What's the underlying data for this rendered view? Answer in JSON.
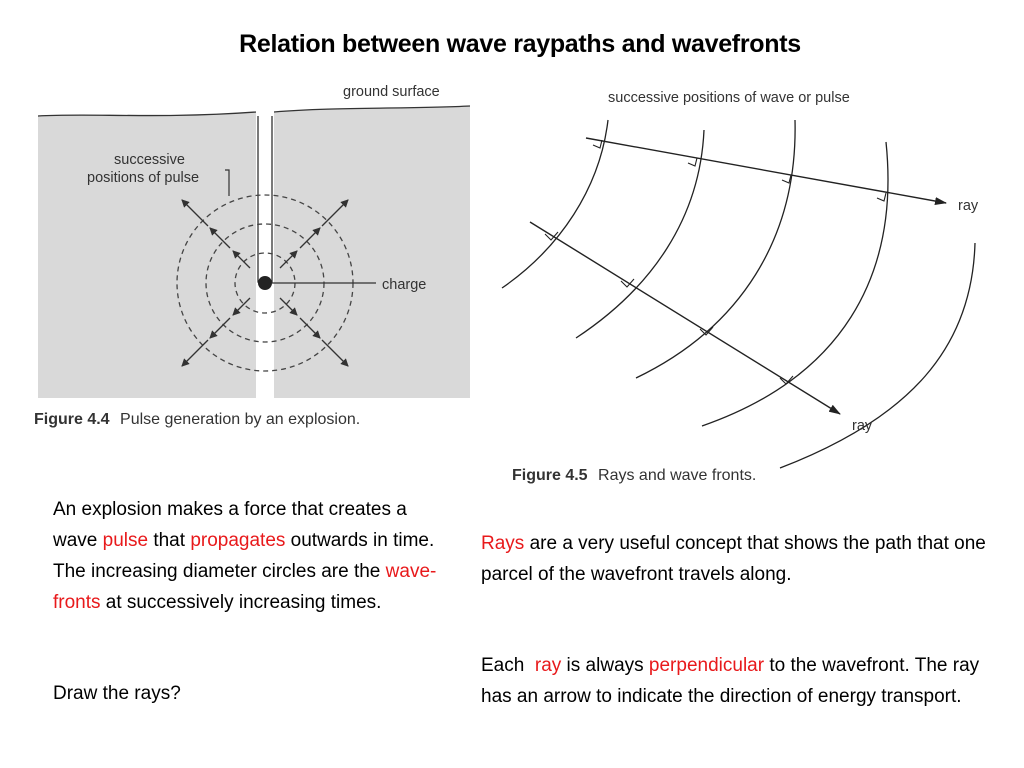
{
  "title": "Relation between wave raypaths and wavefronts",
  "figure_4_4": {
    "caption_number": "Figure 4.4",
    "caption_text": "Pulse generation by an explosion.",
    "label_ground": "ground surface",
    "label_positions_line1": "successive",
    "label_positions_line2": "positions of pulse",
    "label_charge": "charge"
  },
  "figure_4_5": {
    "caption_number": "Figure 4.5",
    "caption_text": "Rays and wave fronts.",
    "label_top": "successive positions of wave or pulse",
    "label_ray_1": "ray",
    "label_ray_2": "ray"
  },
  "left_paragraph": {
    "t1": "An explosion makes a force that creates a wave ",
    "pulse": "pulse",
    "t2": " that ",
    "propagates": "propagates",
    "t3": " outwards in time. The increasing diameter circles are the ",
    "wavefronts": "wave-fronts",
    "t4": " at successively increasing times."
  },
  "left_question": "Draw the rays?",
  "right_paragraph_1": {
    "rays": "Rays",
    "t1": " are a very useful concept that shows the path that one parcel of the wavefront travels along."
  },
  "right_paragraph_2": {
    "t1": "Each  ",
    "ray": "ray",
    "t2": " is always ",
    "perpendicular": "perpendicular",
    "t3": " to the wavefront. The ray has an arrow to indicate the direction of energy transport."
  },
  "colors": {
    "highlight": "#e8191b",
    "figure_shading": "#d9d9d9"
  }
}
